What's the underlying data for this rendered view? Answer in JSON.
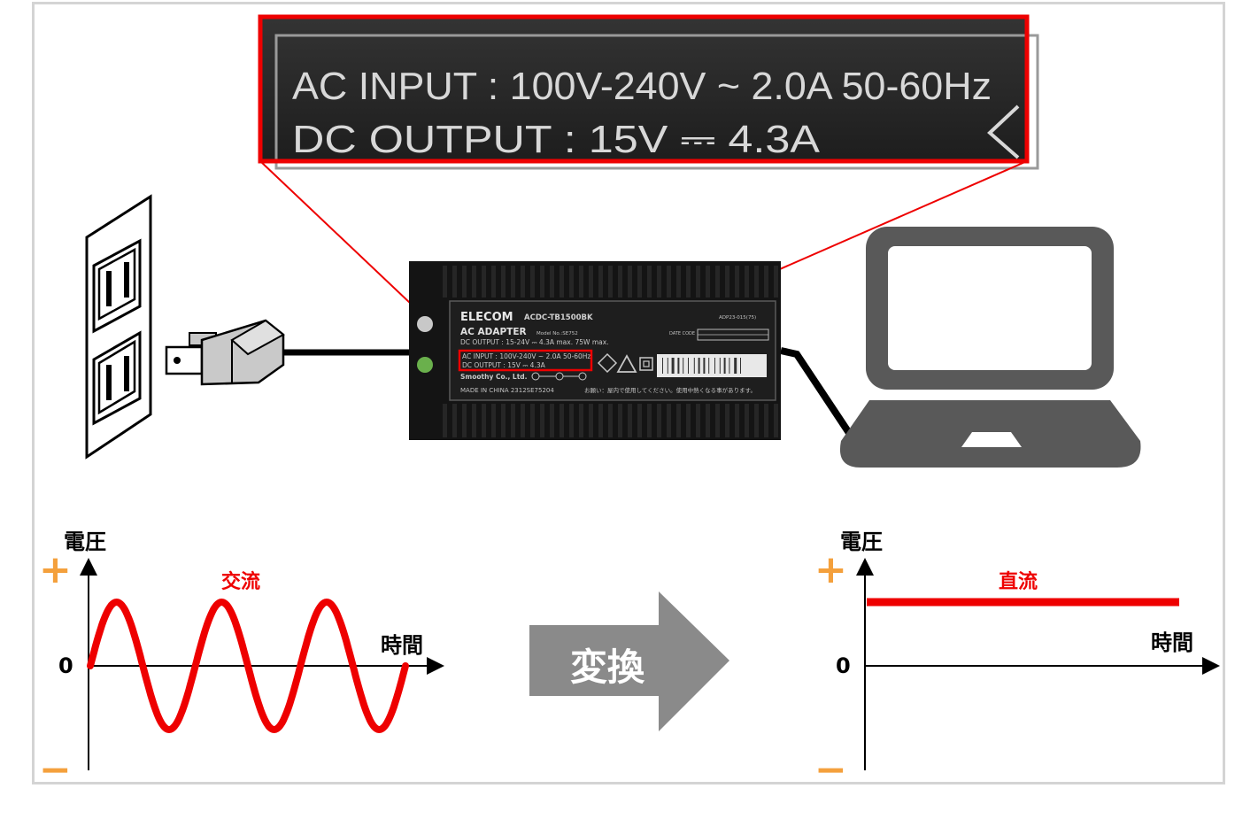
{
  "zoom": {
    "line1": "AC INPUT : 100V-240V ~ 2.0A  50-60Hz",
    "line2": "DC OUTPUT : 15V ⎓ 4.3A"
  },
  "adapter": {
    "brand": "ELECOM",
    "model": "ACDC-TB1500BK",
    "code": "ADP23-015(75)",
    "title": "AC ADAPTER",
    "model_no": "Model No.:SE752",
    "dc_range": "DC OUTPUT : 15-24V ⎓ 4.3A  max. 75W max.",
    "date_code_label": "DATE CODE",
    "ac_input": "AC INPUT : 100V-240V ~ 2.0A  50-60Hz",
    "dc_output": "DC OUTPUT : 15V ⎓ 4.3A",
    "maker": "Smoothy Co., Ltd.",
    "made_in": "MADE IN CHINA  2312SE75204",
    "note": "お願い：屋内で使用してください。使用中熱くなる事があります。"
  },
  "ac_graph": {
    "y_label": "電圧",
    "x_label": "時間",
    "zero": "0",
    "plus": "+",
    "minus": "−",
    "curve_label": "交流"
  },
  "dc_graph": {
    "y_label": "電圧",
    "x_label": "時間",
    "zero": "0",
    "plus": "+",
    "minus": "−",
    "curve_label": "直流"
  },
  "arrow_label": "変換",
  "colors": {
    "accent_red": "#ee0000",
    "sign_orange": "#f4a03c",
    "arrow_gray": "#8a8a8a",
    "laptop_gray": "#595959"
  }
}
